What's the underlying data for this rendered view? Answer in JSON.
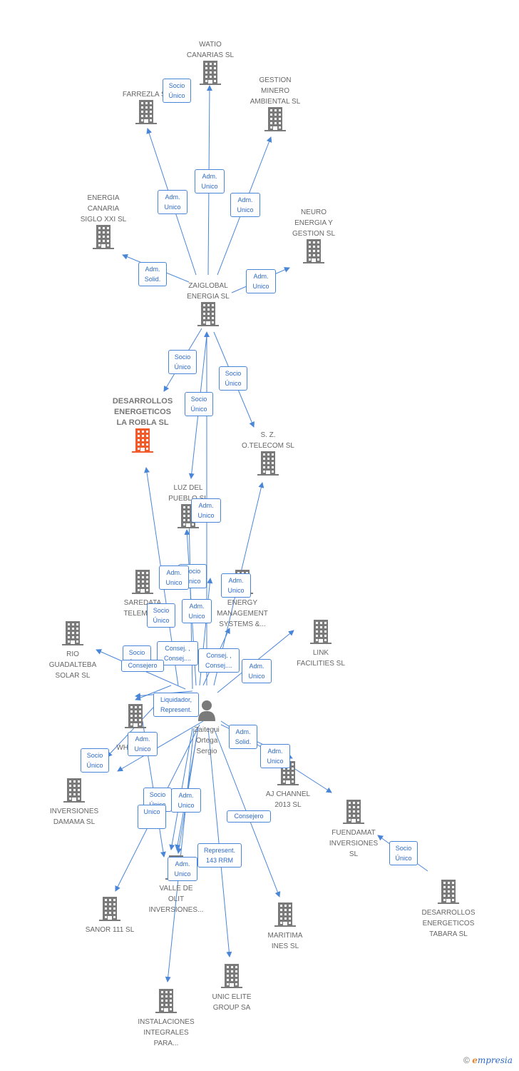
{
  "colors": {
    "edge": "#4a86d8",
    "node": "#7a7a7a",
    "highlight": "#f15a29",
    "label": "#666666"
  },
  "nodes": [
    {
      "id": "watio",
      "label": "WATIO\nCANARIAS  SL",
      "icon": "building-icon"
    },
    {
      "id": "farrezla",
      "label": "FARREZLA  SL",
      "icon": "building-icon"
    },
    {
      "id": "gestion",
      "label": "GESTION\nMINERO\nAMBIENTAL SL",
      "icon": "building-icon"
    },
    {
      "id": "energia_canaria",
      "label": "ENERGIA\nCANARIA\nSIGLO XXI  SL",
      "icon": "building-icon"
    },
    {
      "id": "neuro",
      "label": "NEURO\nENERGIA Y\nGESTION  SL",
      "icon": "building-icon"
    },
    {
      "id": "zaiglobal",
      "label": "ZAIGLOBAL\nENERGIA  SL",
      "icon": "building-icon"
    },
    {
      "id": "desarrollos_robla",
      "label": "DESARROLLOS\nENERGETICOS\nLA ROBLA  SL",
      "icon": "building-icon",
      "highlight": true
    },
    {
      "id": "sz",
      "label": "S.  Z.\nO.TELECOM  SL",
      "icon": "building-icon"
    },
    {
      "id": "luz",
      "label": "LUZ DEL\nPUEBLO  SL",
      "icon": "building-icon"
    },
    {
      "id": "saredata",
      "label": "SAREDATA\nTELEMET...",
      "icon": "building-icon"
    },
    {
      "id": "energy_mgmt",
      "label": "ENERGY\nMANAGEMENT\nSYSTEMS &...",
      "icon": "building-icon"
    },
    {
      "id": "rio",
      "label": "RIO\nGUADALTEBA\nSOLAR  SL",
      "icon": "building-icon"
    },
    {
      "id": "link",
      "label": "LINK\nFACILITIES SL",
      "icon": "building-icon"
    },
    {
      "id": "wholesale",
      "label": "W...\nWHOL...  SL",
      "icon": "building-icon"
    },
    {
      "id": "person",
      "label": "Zaitegui\nOrtega\nSergio",
      "icon": "person-icon"
    },
    {
      "id": "aj",
      "label": "AJ CHANNEL\n2013 SL",
      "icon": "building-icon"
    },
    {
      "id": "inversiones_damama",
      "label": "INVERSIONES\nDAMAMA  SL",
      "icon": "building-icon"
    },
    {
      "id": "fuendamat",
      "label": "FUENDAMAT\nINVERSIONES\nSL",
      "icon": "building-icon"
    },
    {
      "id": "valle",
      "label": "VALLE DE\nOLIT\nINVERSIONES...",
      "icon": "building-icon"
    },
    {
      "id": "sanor",
      "label": "SANOR 111 SL",
      "icon": "building-icon"
    },
    {
      "id": "maritima",
      "label": "MARITIMA\nINES SL",
      "icon": "building-icon"
    },
    {
      "id": "desarrollos_tabara",
      "label": "DESARROLLOS\nENERGETICOS\nTABARA  SL",
      "icon": "building-icon"
    },
    {
      "id": "unic",
      "label": "UNIC ELITE\nGROUP SA",
      "icon": "building-icon"
    },
    {
      "id": "instalaciones",
      "label": "INSTALACIONES\nINTEGRALES\nPARA...",
      "icon": "building-icon"
    }
  ],
  "edge_labels": [
    "Socio\nÚnico",
    "Adm.\nUnico",
    "Adm.\nUnico",
    "Adm.\nUnico",
    "Adm.\nSolid.",
    "Adm.\nUnico",
    "Socio\nÚnico",
    "Socio\nÚnico",
    "Socio\nÚnico",
    "Adm.\nUnico",
    "Socio\nÚnico",
    "Adm.\nUnico",
    "Adm.\nUnico",
    "Adm.\nUnico",
    "Socio\nÚnico",
    "Consej. ,\nConsej....",
    "Consej. ,\nConsej....",
    "Socio\nÚnico",
    "Consejero",
    "Adm.\nUnico",
    "Liquidador,\nRepresent.",
    "Adm.\nSolid.",
    "Adm.\nUnico",
    "Adm.\nUnico",
    "Socio\nÚnico",
    "Socio\nÚnico",
    "Adm.\nUnico",
    "Unico",
    "Consejero",
    "Represent.\n143 RRM",
    "Adm.\nUnico",
    "Socio\nÚnico"
  ],
  "copyright": {
    "symbol": "©",
    "brand": "mpresia",
    "brand_initial": "e"
  }
}
